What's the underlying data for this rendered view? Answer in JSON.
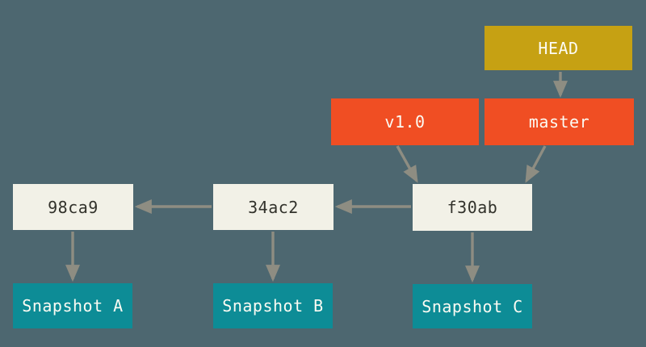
{
  "colors": {
    "background": "#4d6770",
    "head_fill": "#c6a113",
    "ref_fill": "#f04e23",
    "commit_fill": "#f2f1e7",
    "snapshot_fill": "#0d8c96",
    "arrow": "#8e8d82",
    "commit_text": "#32322b",
    "light_text": "#fcfbf3"
  },
  "refs": {
    "head": {
      "label": "HEAD"
    },
    "tag": {
      "label": "v1.0"
    },
    "branch": {
      "label": "master"
    }
  },
  "commits": [
    {
      "id": "98ca9",
      "snapshot": "Snapshot A"
    },
    {
      "id": "34ac2",
      "snapshot": "Snapshot B"
    },
    {
      "id": "f30ab",
      "snapshot": "Snapshot C"
    }
  ]
}
